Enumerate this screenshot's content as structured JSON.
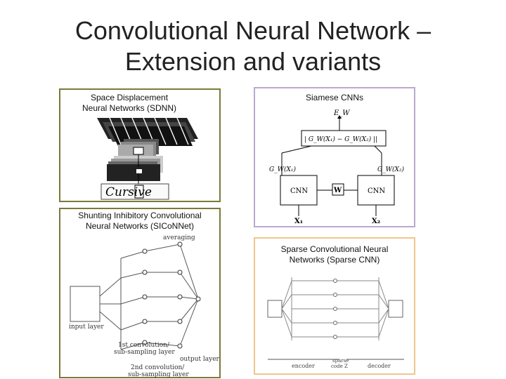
{
  "slide": {
    "title_line1": "Convolutional Neural Network –",
    "title_line2": "Extension and variants"
  },
  "panels": {
    "sdnn": {
      "label_line1": "Space Displacement",
      "label_line2": "Neural Networks (SDNN)",
      "handwriting": "Cursive",
      "border_color": "#7a7a3a"
    },
    "siamese": {
      "label": "Siamese CNNs",
      "border_color": "#b9a9cf",
      "ew": "E_W",
      "diff": "| G_W(X₁) − G_W(X₂) ||",
      "g1": "G_W(X₁)",
      "g2": "G_W(X₂)",
      "cnn_left": "CNN",
      "cnn_right": "CNN",
      "w": "W",
      "x1": "X₁",
      "x2": "X₂"
    },
    "sicnn": {
      "label_line1": "Shunting Inhibitory Convolutional",
      "label_line2": "Neural Networks (SICoNNet)",
      "border_color": "#7a7a3a",
      "averaging": "averaging",
      "input_layer": "input layer",
      "conv1_line1": "1st convolution/",
      "conv1_line2": "sub-sampling layer",
      "output_layer": "output layer",
      "conv2_line1": "2nd convolution/",
      "conv2_line2": "sub-sampling layer"
    },
    "sparse": {
      "label_line1": "Sparse Convolutional Neural",
      "label_line2": "Networks (Sparse CNN)",
      "border_color": "#f0c590",
      "encoder": "encoder",
      "decoder": "decoder",
      "sparse_code_line1": "sparse",
      "sparse_code_line2": "code Z"
    }
  }
}
